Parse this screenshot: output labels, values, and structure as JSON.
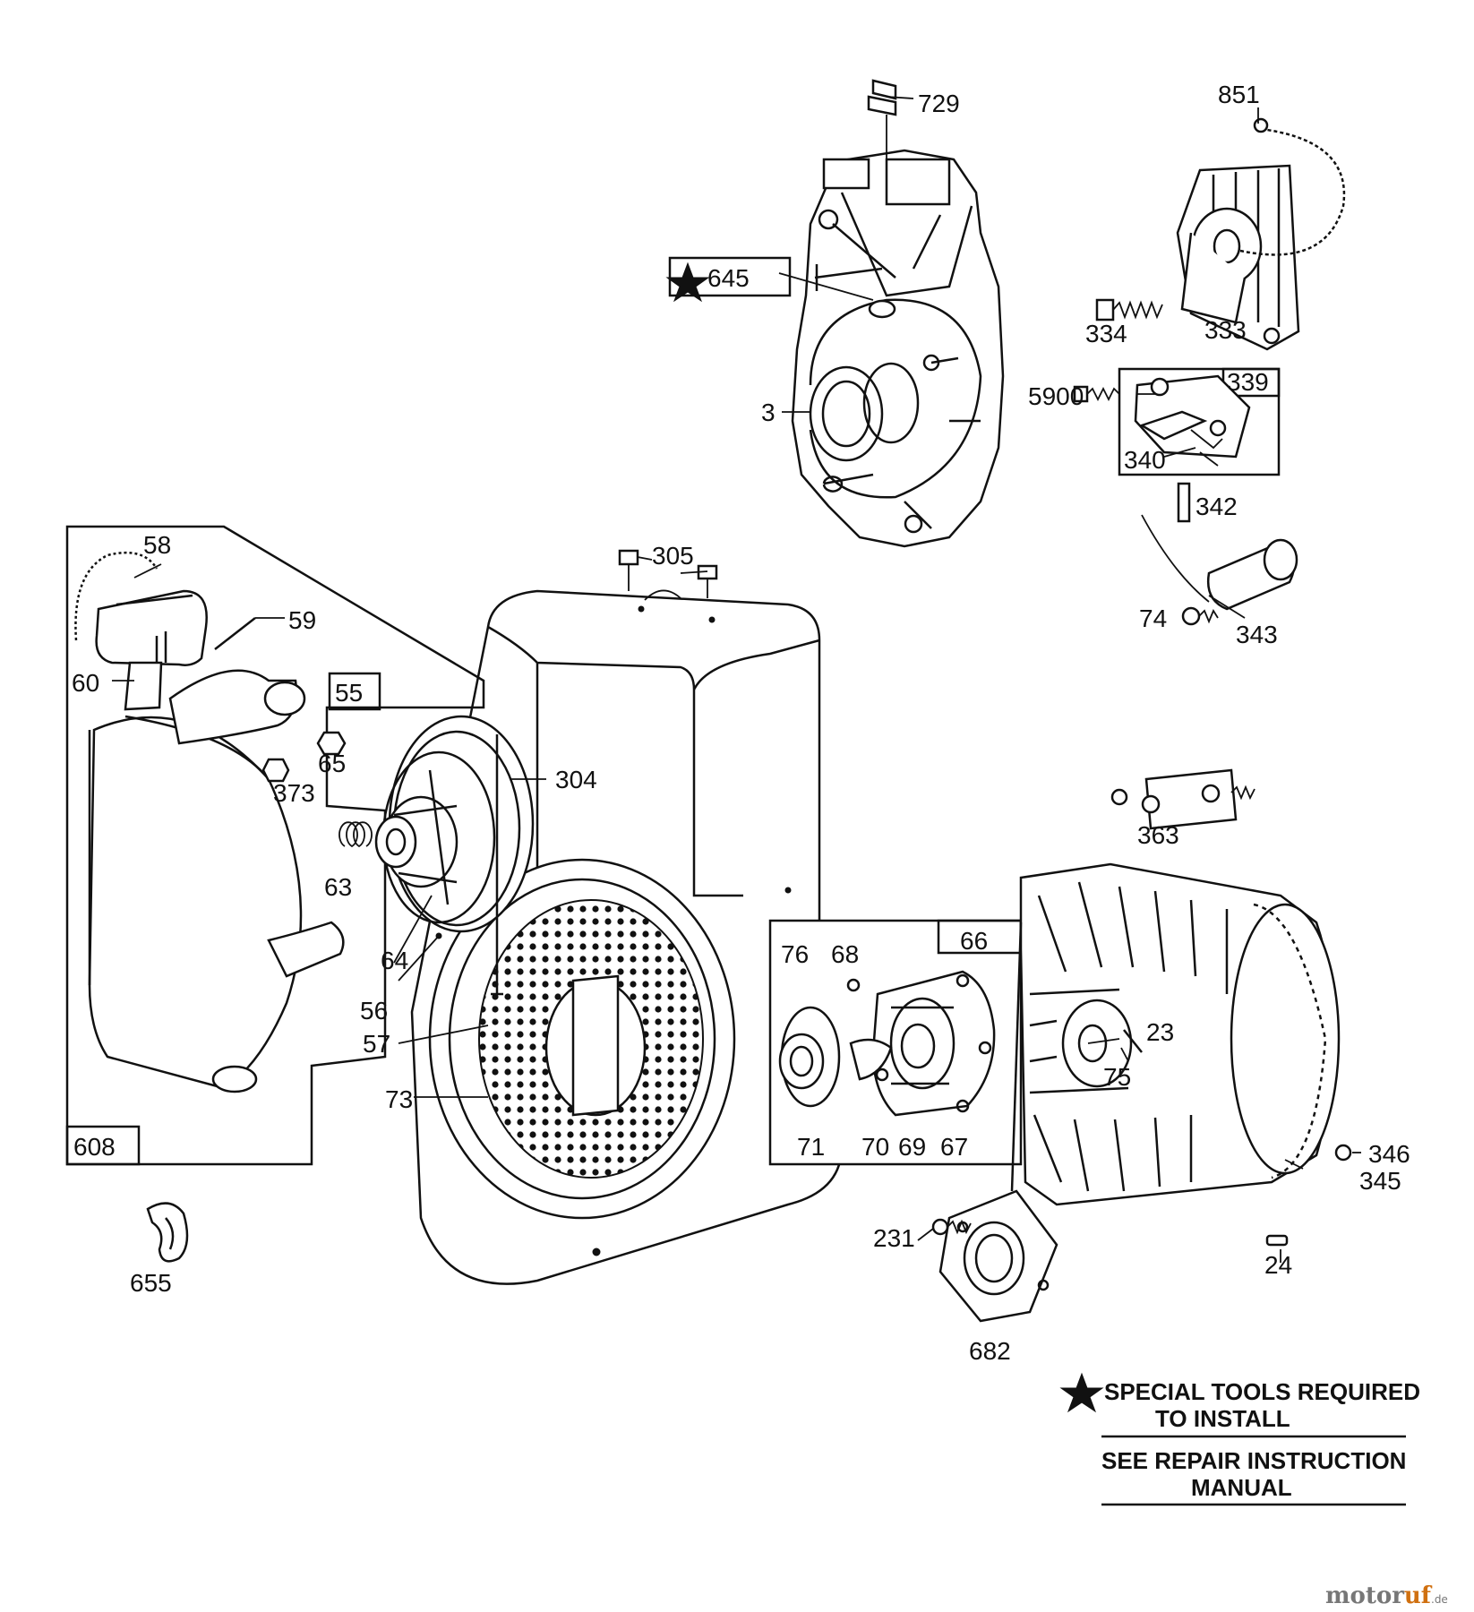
{
  "labels": {
    "p729": "729",
    "p851": "851",
    "p645": "645",
    "p334": "334",
    "p333": "333",
    "p5900": "5900",
    "p339": "339",
    "p3": "3",
    "p340": "340",
    "p342": "342",
    "p74": "74",
    "p343": "343",
    "p305": "305",
    "p58": "58",
    "p59": "59",
    "p60": "60",
    "p55": "55",
    "p65": "65",
    "p373": "373",
    "p304": "304",
    "p63": "63",
    "p64": "64",
    "p56": "56",
    "p57": "57",
    "p73": "73",
    "p608": "608",
    "p76": "76",
    "p68": "68",
    "p66": "66",
    "p71": "71",
    "p70": "70",
    "p69": "69",
    "p67": "67",
    "p363": "363",
    "p23": "23",
    "p75": "75",
    "p346": "346",
    "p345": "345",
    "p231": "231",
    "p24": "24",
    "p682": "682",
    "p655": "655"
  },
  "notes": {
    "special_tools_line1": "SPECIAL TOOLS REQUIRED",
    "special_tools_line2": "TO INSTALL",
    "repair_line1": "SEE REPAIR INSTRUCTION",
    "repair_line2": "MANUAL"
  },
  "watermark": {
    "part1": "motor",
    "part2": "uf",
    "suffix": ".de"
  },
  "icons": {
    "special_tool_marker": "star-icon"
  }
}
